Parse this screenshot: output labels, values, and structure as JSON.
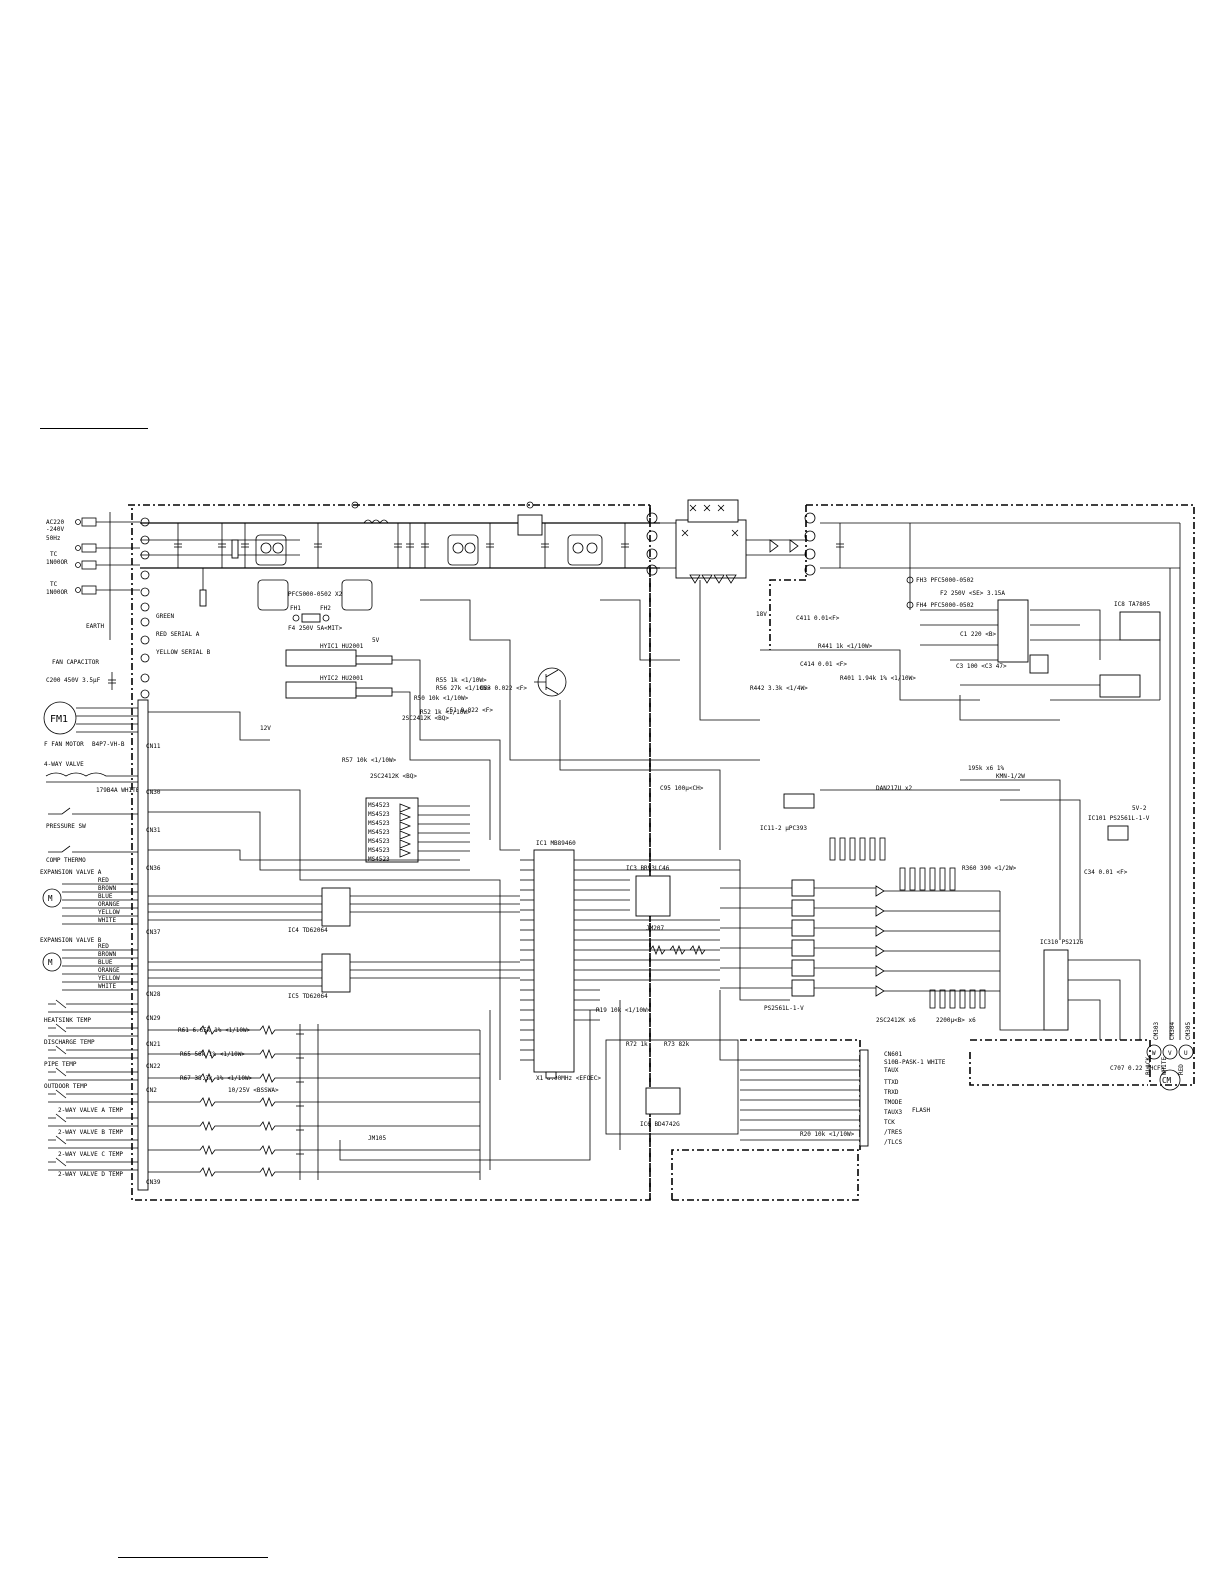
{
  "power_inputs": [
    {
      "line": "AC220",
      "detail": "-240V"
    },
    {
      "line": "50Hz",
      "detail": ""
    },
    {
      "line": "TC",
      "detail": "1N00OR"
    },
    {
      "line": "TC",
      "detail": "1N00OR"
    }
  ],
  "left_labels": {
    "earth": "EARTH",
    "green": "GREEN",
    "red_serial_a": "RED SERIAL A",
    "yellow_serial_b": "YELLOW SERIAL B",
    "fan_capacitor": "FAN CAPACITOR",
    "fan_cap_value": "C200 450V 3.5µF",
    "fan_motor_symbol": "FM1",
    "fan_motor_label": "F FAN MOTOR",
    "fan_motor_conn": "B4P7-VH-B",
    "four_way_valve": "4-WAY VALVE",
    "four_way_conn": "179B4A WHITE",
    "pressure_sw": "PRESSURE SW",
    "comp_thermo": "COMP THERMO",
    "expansion_a": "EXPANSION VALVE A",
    "expansion_b": "EXPANSION VALVE B",
    "heatsink_temp": "HEATSINK TEMP",
    "discharge_temp": "DISCHARGE TEMP",
    "pipe_temp": "PIPE TEMP",
    "outdoor_temp": "OUTDOOR TEMP",
    "valve_a_temp": "2-WAY VALVE A TEMP",
    "valve_b_temp": "2-WAY VALVE B TEMP",
    "valve_c_temp": "2-WAY VALVE C TEMP",
    "valve_d_temp": "2-WAY VALVE D TEMP"
  },
  "wire_colors_a": [
    "RED",
    "BROWN",
    "BLUE",
    "ORANGE",
    "YELLOW",
    "WHITE"
  ],
  "wire_colors_b": [
    "RED",
    "BROWN",
    "BLUE",
    "ORANGE",
    "YELLOW",
    "WHITE"
  ],
  "connectors": [
    "CN11",
    "CN30",
    "CN31",
    "CN36",
    "CN37",
    "CN28",
    "CN29",
    "CN21",
    "CN22",
    "CN2",
    "CN39"
  ],
  "fuses": {
    "fh1": "FH1",
    "fh2": "FH2",
    "fh3": "FH3 PFC5000-0502",
    "fh4": "FH4 PFC5000-0502",
    "pfc": "PFC5000-0502 X2",
    "f4": "F4 250V 5A<MIT>",
    "f2": "F2 250V <SE> 3.15A"
  },
  "ics": {
    "hyic1": "HYIC1 HU2001",
    "hyic2": "HYIC2 HU2001",
    "ic1": "IC1 MB89460",
    "ic3": "IC3 BR93LC46",
    "ic4": "IC4 TD62064",
    "ic5": "IC5 TD62064",
    "ic6": "IC6 BD4742G",
    "ic310": "IC310 PS2126",
    "ic8": "IC8 TA7805",
    "ic101": "IC101 PS2561L-1-V",
    "ic11": "IC11-2 µPC393",
    "x1": "X1 8.00MHz <EFOEC>",
    "jm207": "JM207",
    "jm105": "JM105",
    "ms4523": [
      "MS4523",
      "MS4523",
      "MS4523",
      "MS4523",
      "MS4523",
      "MS4523",
      "MS4523"
    ]
  },
  "transistors": [
    "2SC2412K <BQ>",
    "2SC2412K <BQ>",
    "2SC2412K x6",
    "DAN217U x2"
  ],
  "resistor_labels": [
    "R57 10k <1/10W>",
    "R55 1k <1/10W>",
    "R56 27k <1/10W>",
    "R52 1k <1/10W>",
    "R50 10k <1/10W>",
    "R61 6.65k 1% <1/10W>",
    "R65 56k 1% <1/10W>",
    "R67 38.3k 1% <1/10W>",
    "R72 1k",
    "R73 82k",
    "R19 10k <1/10W>",
    "R20 10k <1/10W>",
    "R360 390 <1/2W>",
    "R441 1k <1/10W>",
    "R401 1.94k 1% <1/10W>",
    "R442 3.3k <1/4W>"
  ],
  "capacitor_labels": [
    "C51 0.022 <F>",
    "C53 0.022 <F>",
    "C95 100µ<CH>",
    "C34 0.01 <F>",
    "C707 0.22 <HCF>",
    "C411 0.01<F>",
    "C414 0.01 <F>",
    "C1 220 <B>",
    "C3 100 <C3 47>"
  ],
  "bus_labels": [
    "PS2561L-1-V",
    "2200µ<B> x6",
    "10/25V <BSSWA>",
    "195k x6 1%",
    "KMN-1/2W"
  ],
  "cn601": {
    "name": "CN601",
    "conn": "S10B-PASK-1 WHITE",
    "pins": [
      "TAUX",
      "TTXD",
      "TRXD",
      "TMODE",
      "TAUX3",
      "TCK",
      "/TRES",
      "/TLCS"
    ],
    "flash": "FLASH"
  },
  "compressor": {
    "symbol": "CM",
    "leads": [
      "BLACK",
      "WHITE",
      "RED"
    ],
    "lead_ids": [
      "W",
      "V",
      "U"
    ],
    "terminals": [
      "CM303",
      "CM304",
      "CM305"
    ]
  },
  "supply_labels": {
    "five_v": "5V",
    "twelve_v": "12V",
    "eighteen_v": "18V",
    "five_v2": "5V-2"
  }
}
